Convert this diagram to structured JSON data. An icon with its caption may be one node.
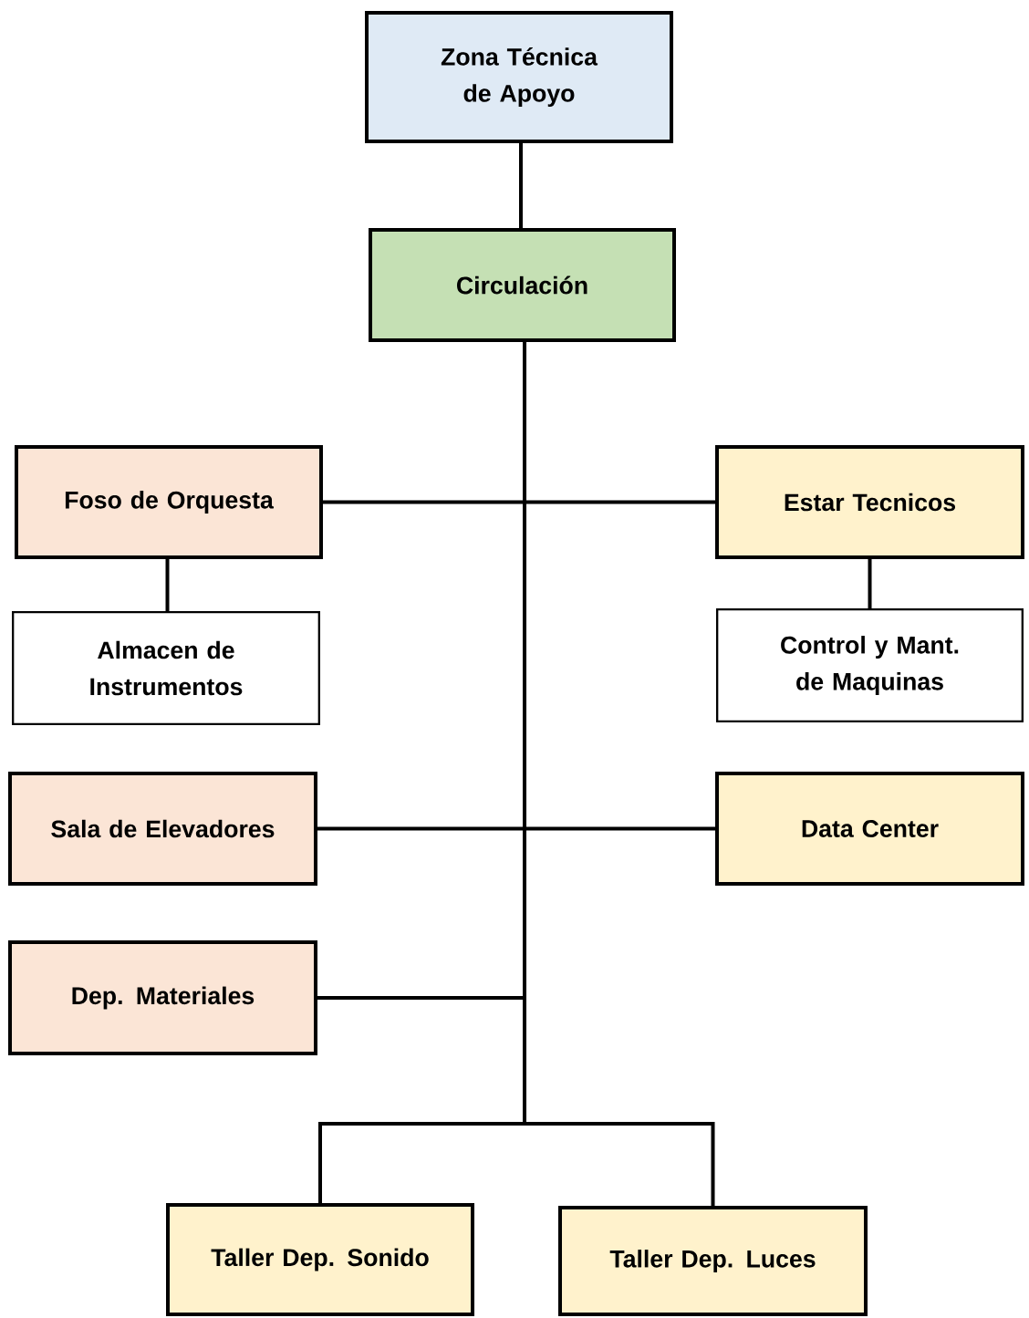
{
  "diagram": {
    "nodes": [
      {
        "text": [
          "Zona Técnica de Apoyo"
        ]
      },
      {
        "text": [
          "Circulación"
        ]
      },
      {
        "text": [
          "Foso de Orquesta"
        ]
      },
      {
        "text": [
          "Estar Tecnicos"
        ]
      },
      {
        "text": [
          "Almacen de Instrumentos"
        ]
      },
      {
        "text": [
          "Control y Mant. de Maquinas"
        ]
      },
      {
        "text": [
          "Sala de Elevadores"
        ]
      },
      {
        "text": [
          "Data Center"
        ]
      },
      {
        "text": [
          "Dep. Materiales"
        ]
      },
      {
        "text": [
          "Taller Dep. Sonido"
        ]
      },
      {
        "text": [
          "Taller Dep. Luces"
        ]
      }
    ],
    "edges": [
      {
        "from": 0,
        "to": 1,
        "arrow": "none"
      },
      {
        "from": 1,
        "to": 2,
        "arrow": "none"
      },
      {
        "from": 1,
        "to": 3,
        "arrow": "none"
      },
      {
        "from": 2,
        "to": 4,
        "arrow": "none"
      },
      {
        "from": 3,
        "to": 5,
        "arrow": "none"
      },
      {
        "from": 1,
        "to": 6,
        "arrow": "none"
      },
      {
        "from": 1,
        "to": 7,
        "arrow": "none"
      },
      {
        "from": 1,
        "to": 8,
        "arrow": "none"
      },
      {
        "from": 1,
        "to": 9,
        "arrow": "none"
      },
      {
        "from": 1,
        "to": 10,
        "arrow": "none"
      }
    ]
  }
}
